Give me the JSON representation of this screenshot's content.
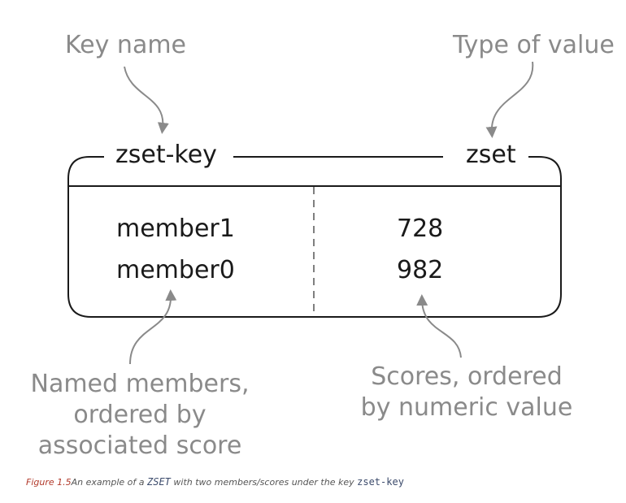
{
  "labels": {
    "key_name": "Key name",
    "type_of_value": "Type of value",
    "named_members": [
      "Named members,",
      "ordered by",
      "associated score"
    ],
    "scores": [
      "Scores, ordered",
      "by numeric value"
    ]
  },
  "zset": {
    "key": "zset-key",
    "type": "zset",
    "entries": [
      {
        "member": "member1",
        "score": "728"
      },
      {
        "member": "member0",
        "score": "982"
      }
    ]
  },
  "caption": {
    "figure_label": "Figure 1.5",
    "text_before": "An example of a ",
    "zset_term": "ZSET",
    "text_after": " with two members/scores under the key ",
    "key_term": "zset-key"
  },
  "colors": {
    "annotation_gray": "#8a8a8a",
    "box_line": "#1a1a1a",
    "figure_label": "#b23a2b"
  }
}
